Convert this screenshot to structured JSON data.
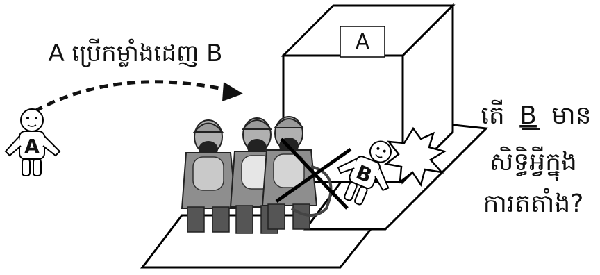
{
  "top_caption": "A ប្រើកម្លាំងដេញ B",
  "box_label": "A",
  "figure_a_label": "A",
  "figure_b_label": "B",
  "question": {
    "line1_prefix": "តើ",
    "line1_underlined": "B",
    "line1_suffix": "មាន",
    "line2": "សិទ្ធិអ្វីក្នុង",
    "line3": "ការតតាំង?"
  },
  "icons": [
    "stick-figure-a",
    "stick-figure-b",
    "dashed-arrow",
    "guard-figure",
    "cross-mark",
    "impact-burst",
    "building-box",
    "ground-platform"
  ]
}
